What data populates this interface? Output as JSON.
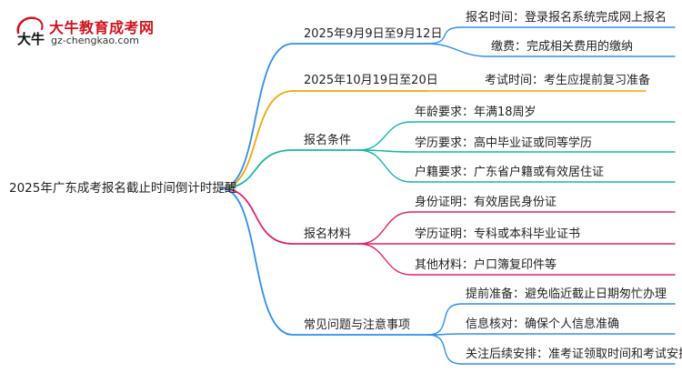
{
  "brand": {
    "name": "大牛教育成考网",
    "url": "gz-chengkao.com",
    "logo_glyph": "大牛"
  },
  "root": "2025年广东成考报名截止时间倒计时提醒",
  "branches": [
    {
      "label": "2025年9月9日至9月12日",
      "color": "#2e8ff0",
      "children": [
        "报名时间：登录报名系统完成网上报名",
        "缴费：完成相关费用的缴纳"
      ]
    },
    {
      "label": "2025年10月19日至20日",
      "color": "#f0a800",
      "children": [
        "考试时间：考生应提前复习准备"
      ]
    },
    {
      "label": "报名条件",
      "color": "#17b8a3",
      "children": [
        "年龄要求：年满18周岁",
        "学历要求：高中毕业证或同等学历",
        "户籍要求：广东省户籍或有效居住证"
      ]
    },
    {
      "label": "报名材料",
      "color": "#e3206e",
      "children": [
        "身份证明：有效居民身份证",
        "学历证明：专科或本科毕业证书",
        "其他材料：户口簿复印件等"
      ]
    },
    {
      "label": "常见问题与注意事项",
      "color": "#2e8ff0",
      "children": [
        "提前准备：避免临近截止日期匆忙办理",
        "信息核对：确保个人信息准确",
        "关注后续安排：准考证领取时间和考试安排"
      ]
    }
  ]
}
